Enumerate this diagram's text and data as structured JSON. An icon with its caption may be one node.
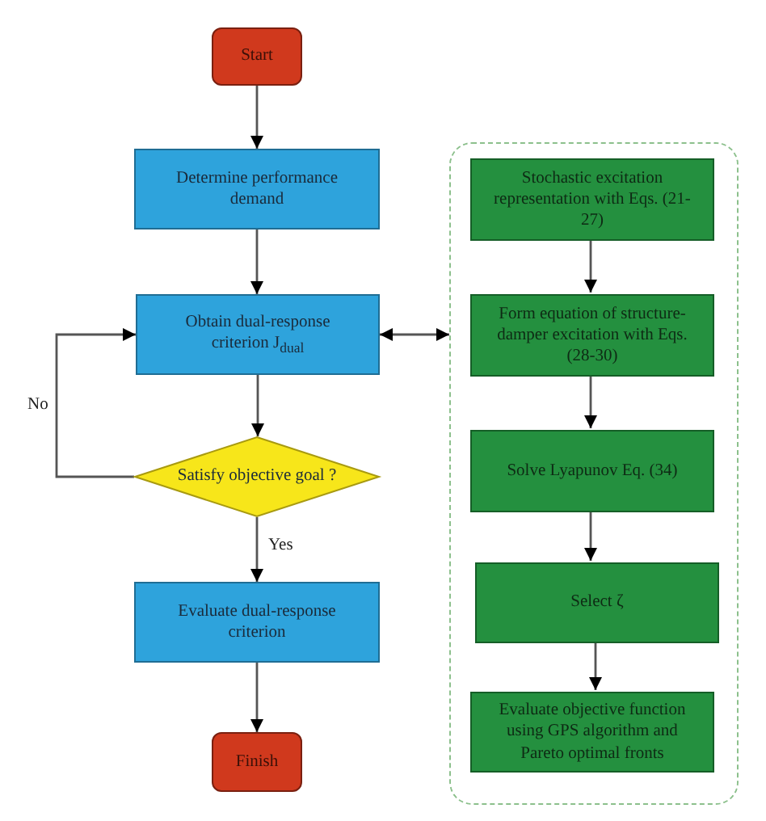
{
  "diagram": {
    "nodes": [
      {
        "text": [
          "Start"
        ]
      },
      {
        "text": [
          "Determine performance demand"
        ]
      },
      {
        "text": [
          "Obtain dual-response criterion J$_{dual}$"
        ]
      },
      {
        "text": [
          "Satisfy objective goal ?"
        ]
      },
      {
        "text": [
          "Evaluate dual-response criterion"
        ]
      },
      {
        "text": [
          "Finish"
        ]
      },
      {
        "text": [],
        "shape": "box"
      },
      {
        "text": [
          "Stochastic excitation representation with Eqs. (21-27)"
        ],
        "in": 6
      },
      {
        "text": [
          "Form equation of structure-damper excitation with Eqs. (28-30)"
        ],
        "in": 6
      },
      {
        "text": [
          "Solve Lyapunov Eq. (34)"
        ],
        "in": 6
      },
      {
        "text": [
          "Select ζ"
        ],
        "in": 6
      },
      {
        "text": [
          "Evaluate objective function using GPS algorithm and Pareto optimal fronts"
        ],
        "in": 6
      }
    ],
    "edges": [
      {
        "from": 0,
        "to": 1,
        "arrow": "to"
      },
      {
        "from": 1,
        "to": 2,
        "arrow": "to"
      },
      {
        "from": 2,
        "to": 3,
        "arrow": "to"
      },
      {
        "from": 3,
        "to": 4,
        "label": "Yes",
        "arrow": "to"
      },
      {
        "from": 4,
        "to": 5,
        "arrow": "to"
      },
      {
        "from": 3,
        "to": 2,
        "label": "No",
        "arrow": "to"
      },
      {
        "from": 2,
        "to": 6,
        "arrow": "both"
      },
      {
        "from": 7,
        "to": 8,
        "arrow": "to"
      },
      {
        "from": 8,
        "to": 9,
        "arrow": "to"
      },
      {
        "from": 9,
        "to": 10,
        "arrow": "to"
      },
      {
        "from": 10,
        "to": 11,
        "arrow": "to"
      }
    ]
  }
}
